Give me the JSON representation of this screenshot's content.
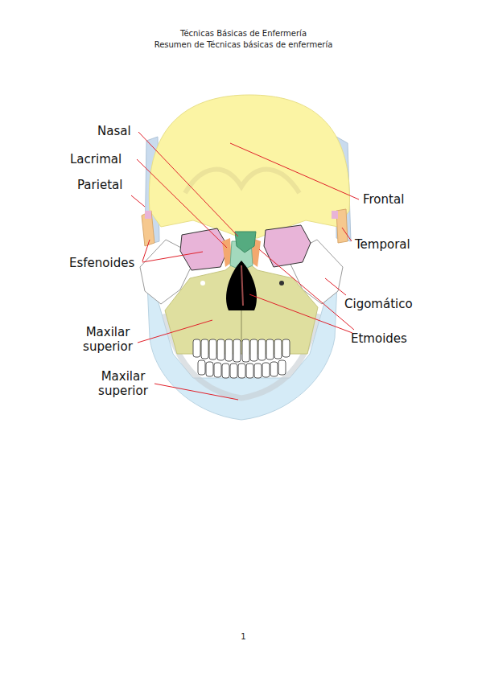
{
  "diagram": {
    "labels": [
      "Técnicas Básicas de Enfermería",
      "Resumen de Técnicas básicas de enfermería",
      "Nasal",
      "Lacrimal",
      "Parietal",
      "Esfenoides",
      "Maxilar superior",
      "Maxilar superior",
      "Frontal",
      "Temporal",
      "Cigomático",
      "Etmoides",
      "1"
    ]
  }
}
